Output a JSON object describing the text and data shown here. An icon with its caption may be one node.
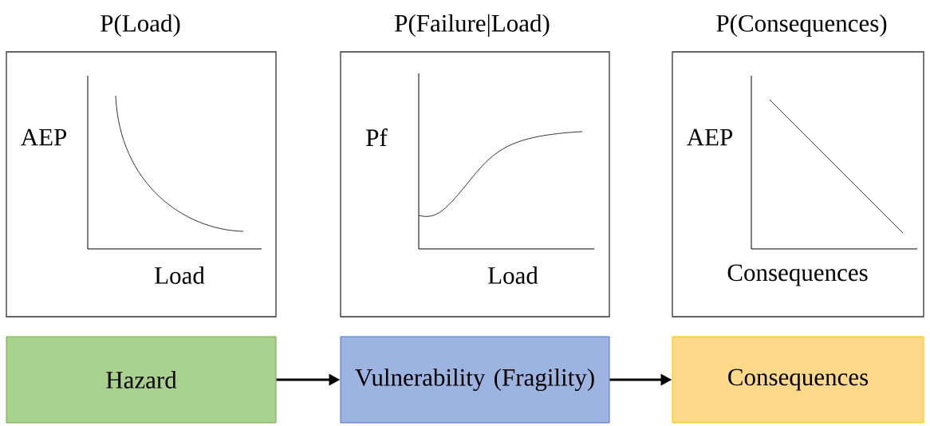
{
  "diagram": {
    "nodes": [
      {
        "text": [
          "P(Load)",
          "AEP",
          "Load"
        ]
      },
      {
        "text": [
          "P(Failure|Load)",
          "Pf",
          "Load"
        ]
      },
      {
        "text": [
          "P(Consequences)",
          "AEP",
          "Consequences"
        ]
      },
      {
        "text": [
          "Hazard"
        ]
      },
      {
        "text": [
          "Vulnerability (Fragility)"
        ]
      },
      {
        "text": [
          "Consequences"
        ]
      }
    ],
    "edges": [
      {
        "from": 3,
        "to": 4,
        "arrow": "to"
      },
      {
        "from": 4,
        "to": 5,
        "arrow": "to"
      }
    ]
  }
}
